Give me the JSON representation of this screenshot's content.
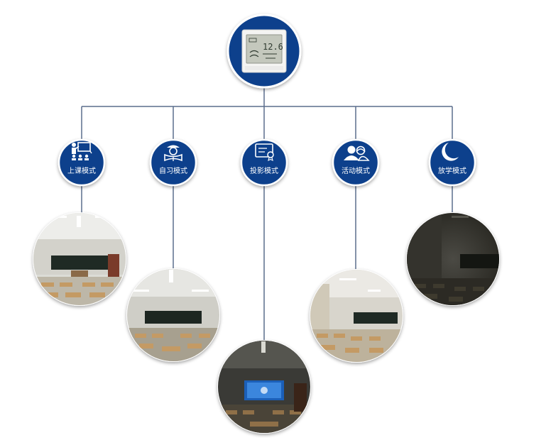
{
  "modes": [
    {
      "id": "class",
      "label": "上课模式",
      "icon": "teacher-at-board-icon"
    },
    {
      "id": "self-study",
      "label": "自习模式",
      "icon": "reading-student-icon"
    },
    {
      "id": "projection",
      "label": "投影模式",
      "icon": "projector-document-icon"
    },
    {
      "id": "activity",
      "label": "活动模式",
      "icon": "two-people-icon"
    },
    {
      "id": "after-school",
      "label": "放学模式",
      "icon": "crescent-moon-icon"
    }
  ],
  "controller": {
    "icon": "wall-thermostat-panel-icon",
    "display_reading": "12.6"
  },
  "colors": {
    "node_blue": "#0a3f8c",
    "connector": "#5a6d8c",
    "ring_white": "#ffffff"
  }
}
